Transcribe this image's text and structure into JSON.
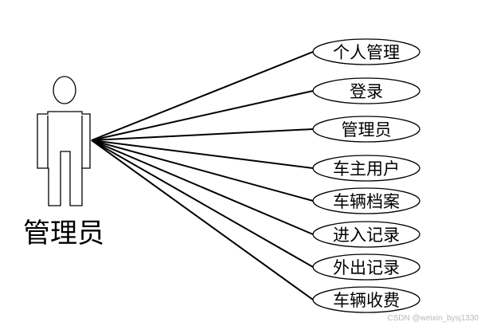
{
  "actor": {
    "name": "管理员"
  },
  "use_cases": [
    {
      "label": "个人管理"
    },
    {
      "label": "登录"
    },
    {
      "label": "管理员"
    },
    {
      "label": "车主用户"
    },
    {
      "label": "车辆档案"
    },
    {
      "label": "进入记录"
    },
    {
      "label": "外出记录"
    },
    {
      "label": "车辆收费"
    }
  ],
  "watermark": "CSDN @weixin_bysj1330",
  "colors": {
    "line": "#000000",
    "background": "#ffffff"
  }
}
